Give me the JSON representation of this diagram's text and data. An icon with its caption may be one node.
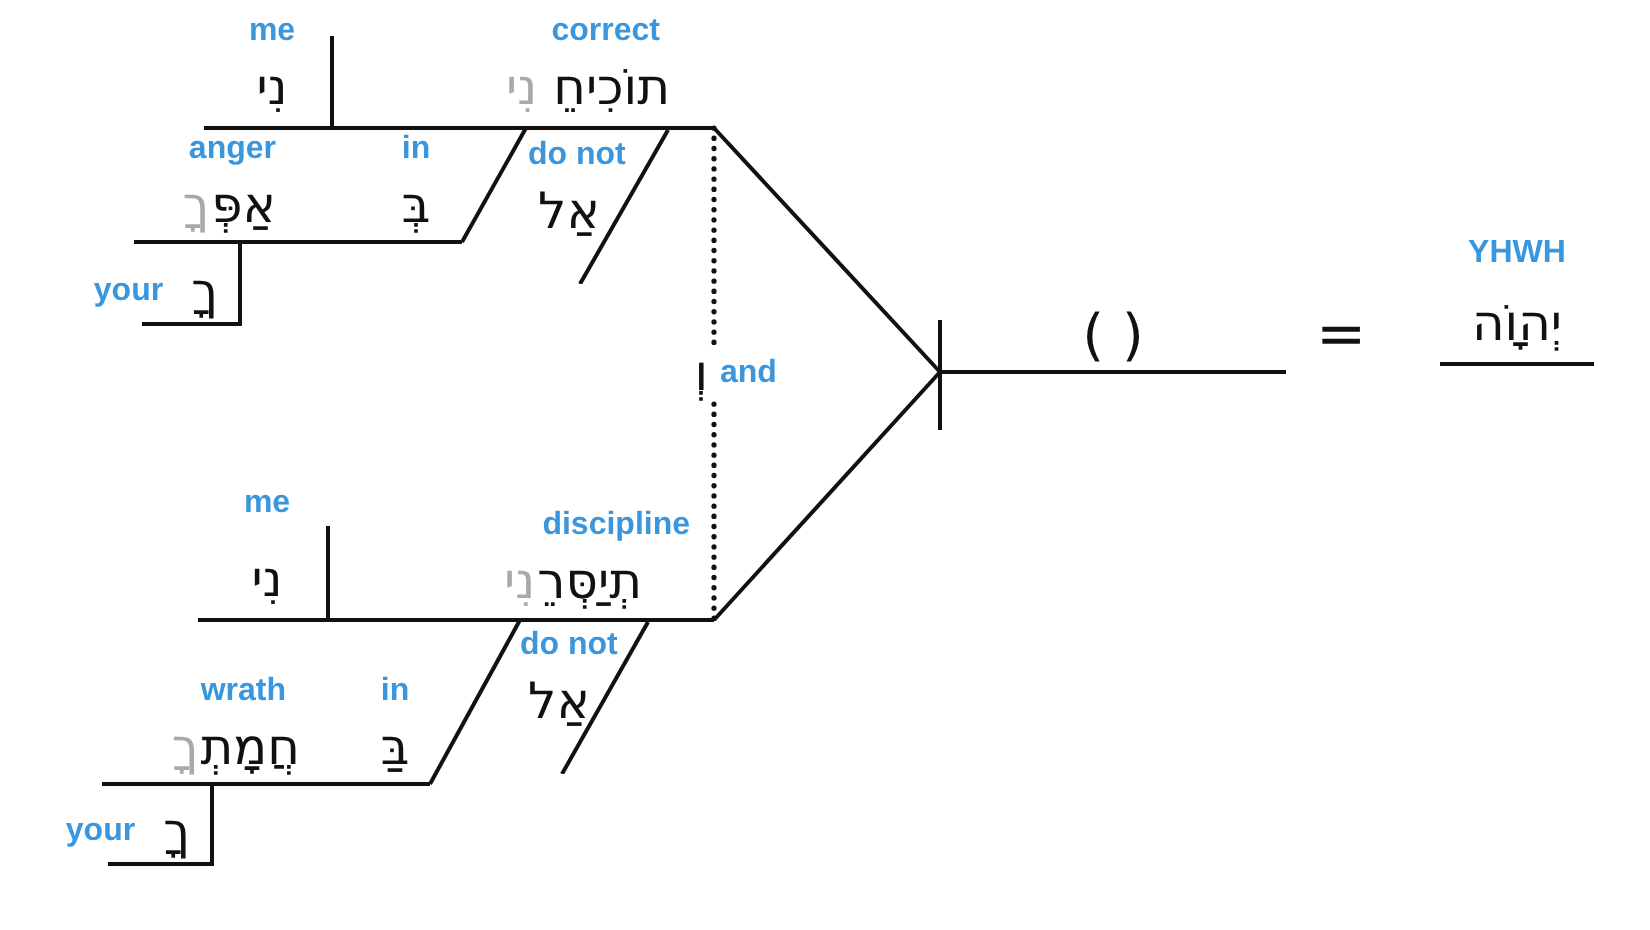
{
  "diagram": {
    "nodes": [
      {
        "text": [
          "me",
          "נִי"
        ]
      },
      {
        "text": [
          "correct",
          "תוֹכִיחֵ",
          "נִי"
        ]
      },
      {
        "text": [
          "anger",
          "אַפְּ",
          "ךָ"
        ]
      },
      {
        "text": [
          "in",
          "בְּ"
        ]
      },
      {
        "text": [
          "do not",
          "אַל"
        ]
      },
      {
        "text": [
          "ךָ",
          "your"
        ]
      },
      {
        "text": [
          "and",
          "וְ"
        ]
      },
      {
        "text": [
          "me",
          "נִי"
        ]
      },
      {
        "text": [
          "discipline",
          "תְיַסְּרֵ",
          "נִי"
        ]
      },
      {
        "text": [
          "wrath",
          "חֲמָתְ",
          "ךָ"
        ]
      },
      {
        "text": [
          "in",
          "בַּ"
        ]
      },
      {
        "text": [
          "do not",
          "אַל"
        ]
      },
      {
        "text": [
          "ךָ",
          "your"
        ]
      },
      {
        "text": [
          "( )"
        ]
      },
      {
        "text": [
          "YHWH",
          "יְהוָֹה"
        ]
      }
    ],
    "edges": [
      {
        "from": 1,
        "to": 6,
        "arrow": "none",
        "style": "dashed"
      },
      {
        "from": 6,
        "to": 8,
        "arrow": "none",
        "style": "dashed"
      },
      {
        "from": 1,
        "to": 13,
        "arrow": "none"
      },
      {
        "from": 8,
        "to": 13,
        "arrow": "none"
      },
      {
        "from": 1,
        "to": 3,
        "arrow": "none"
      },
      {
        "from": 2,
        "to": 5,
        "arrow": "none"
      },
      {
        "from": 8,
        "to": 10,
        "arrow": "none"
      },
      {
        "from": 9,
        "to": 12,
        "arrow": "none"
      }
    ],
    "labels": [
      "="
    ]
  }
}
